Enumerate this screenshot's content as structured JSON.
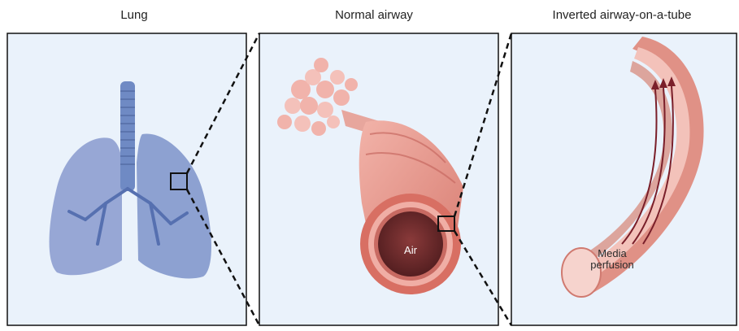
{
  "panels": [
    {
      "title": "Lung"
    },
    {
      "title": "Normal airway"
    },
    {
      "title": "Inverted airway-on-a-tube"
    }
  ],
  "labels": {
    "air": "Air",
    "media_line1": "Media",
    "media_line2": "perfusion"
  },
  "colors": {
    "panel_bg": "#eaf2fb",
    "lung": "#8e9fd0",
    "trachea": "#6f8ac4",
    "airway": "#e8988f",
    "airway_dark": "#c86a62",
    "lumen": "#6b2a2c"
  }
}
